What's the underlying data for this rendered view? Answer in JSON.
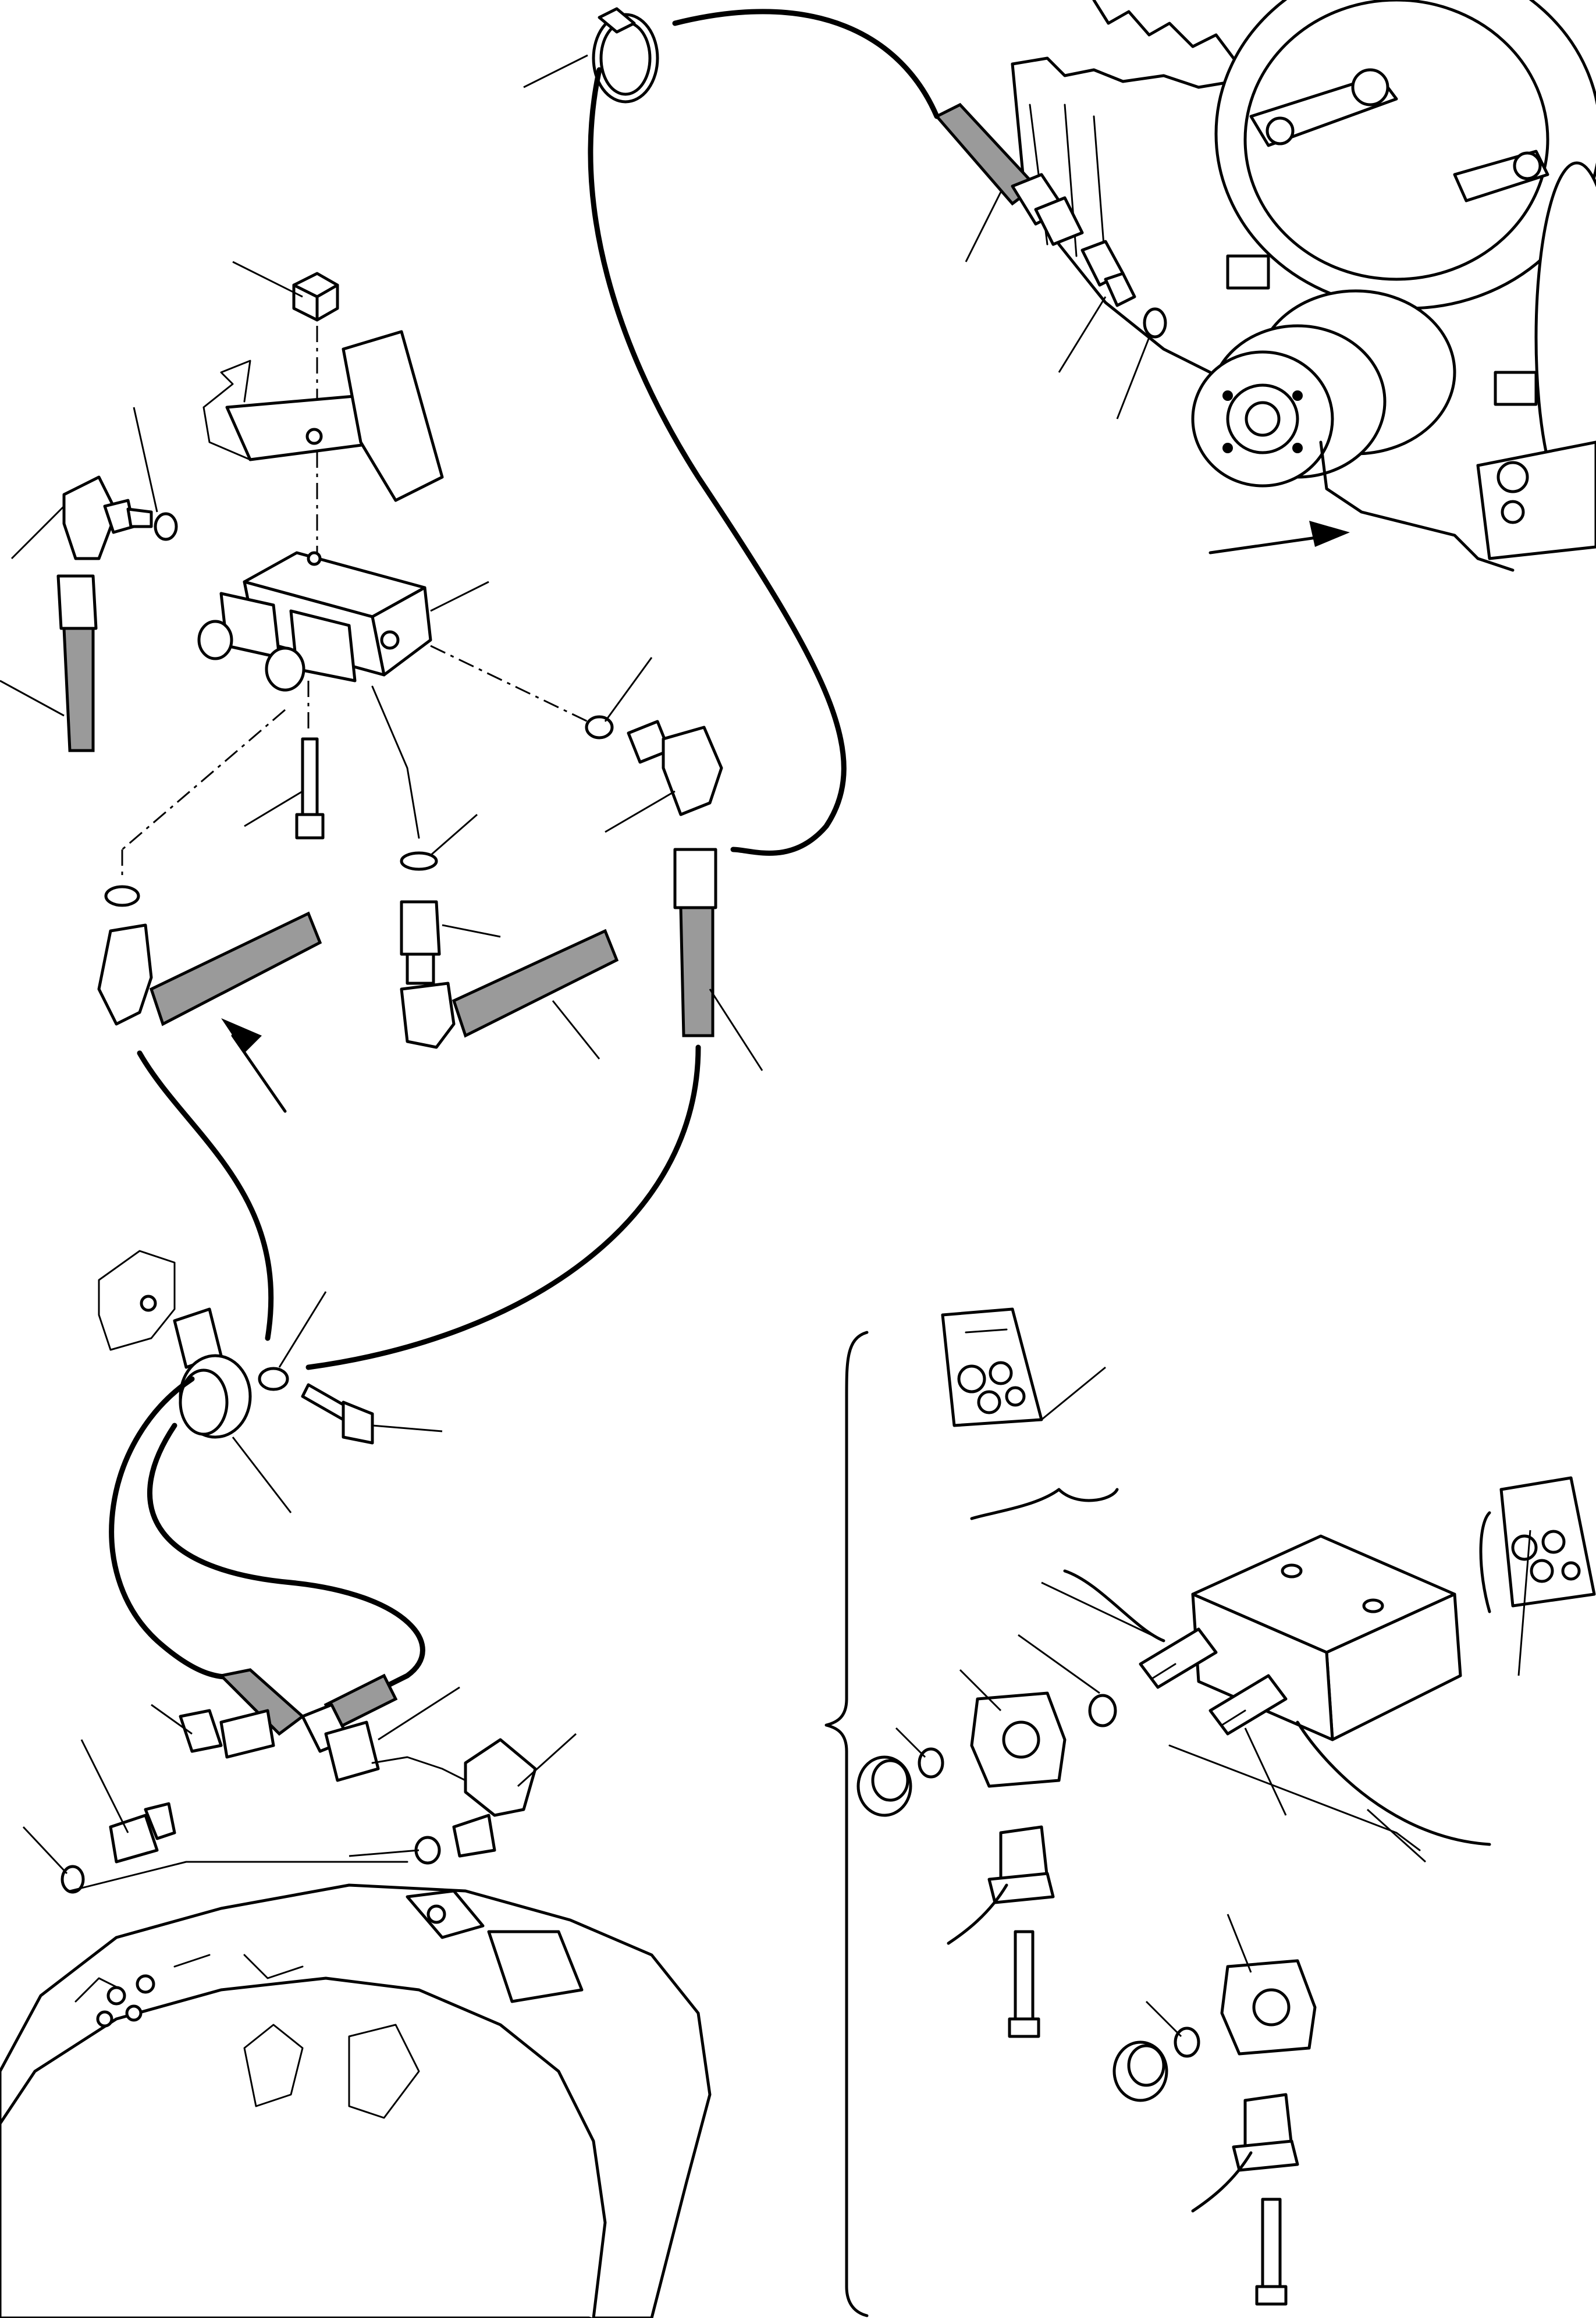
{
  "figure": {
    "kind": "exploded hydraulic parts diagram",
    "colors": {
      "line": "#000000",
      "background": "#ffffff",
      "hose_fill": "#9a9a9a"
    },
    "components": [
      "hose-clamp",
      "top-hose",
      "hose-end-fitting",
      "adapter",
      "o-ring",
      "transmission-housing",
      "cap-plug",
      "mounting-bracket",
      "valve-block",
      "solenoid-coil",
      "mounting-bolt",
      "elbow-fitting",
      "hose",
      "straight-adapter",
      "grommet",
      "washer",
      "bolt",
      "bottom-transmission",
      "seal-kit",
      "detail-valve-block",
      "detail-solenoid-stem",
      "detail-coil",
      "detail-connector",
      "detail-screw",
      "detail-nut",
      "direction-arrow"
    ]
  }
}
